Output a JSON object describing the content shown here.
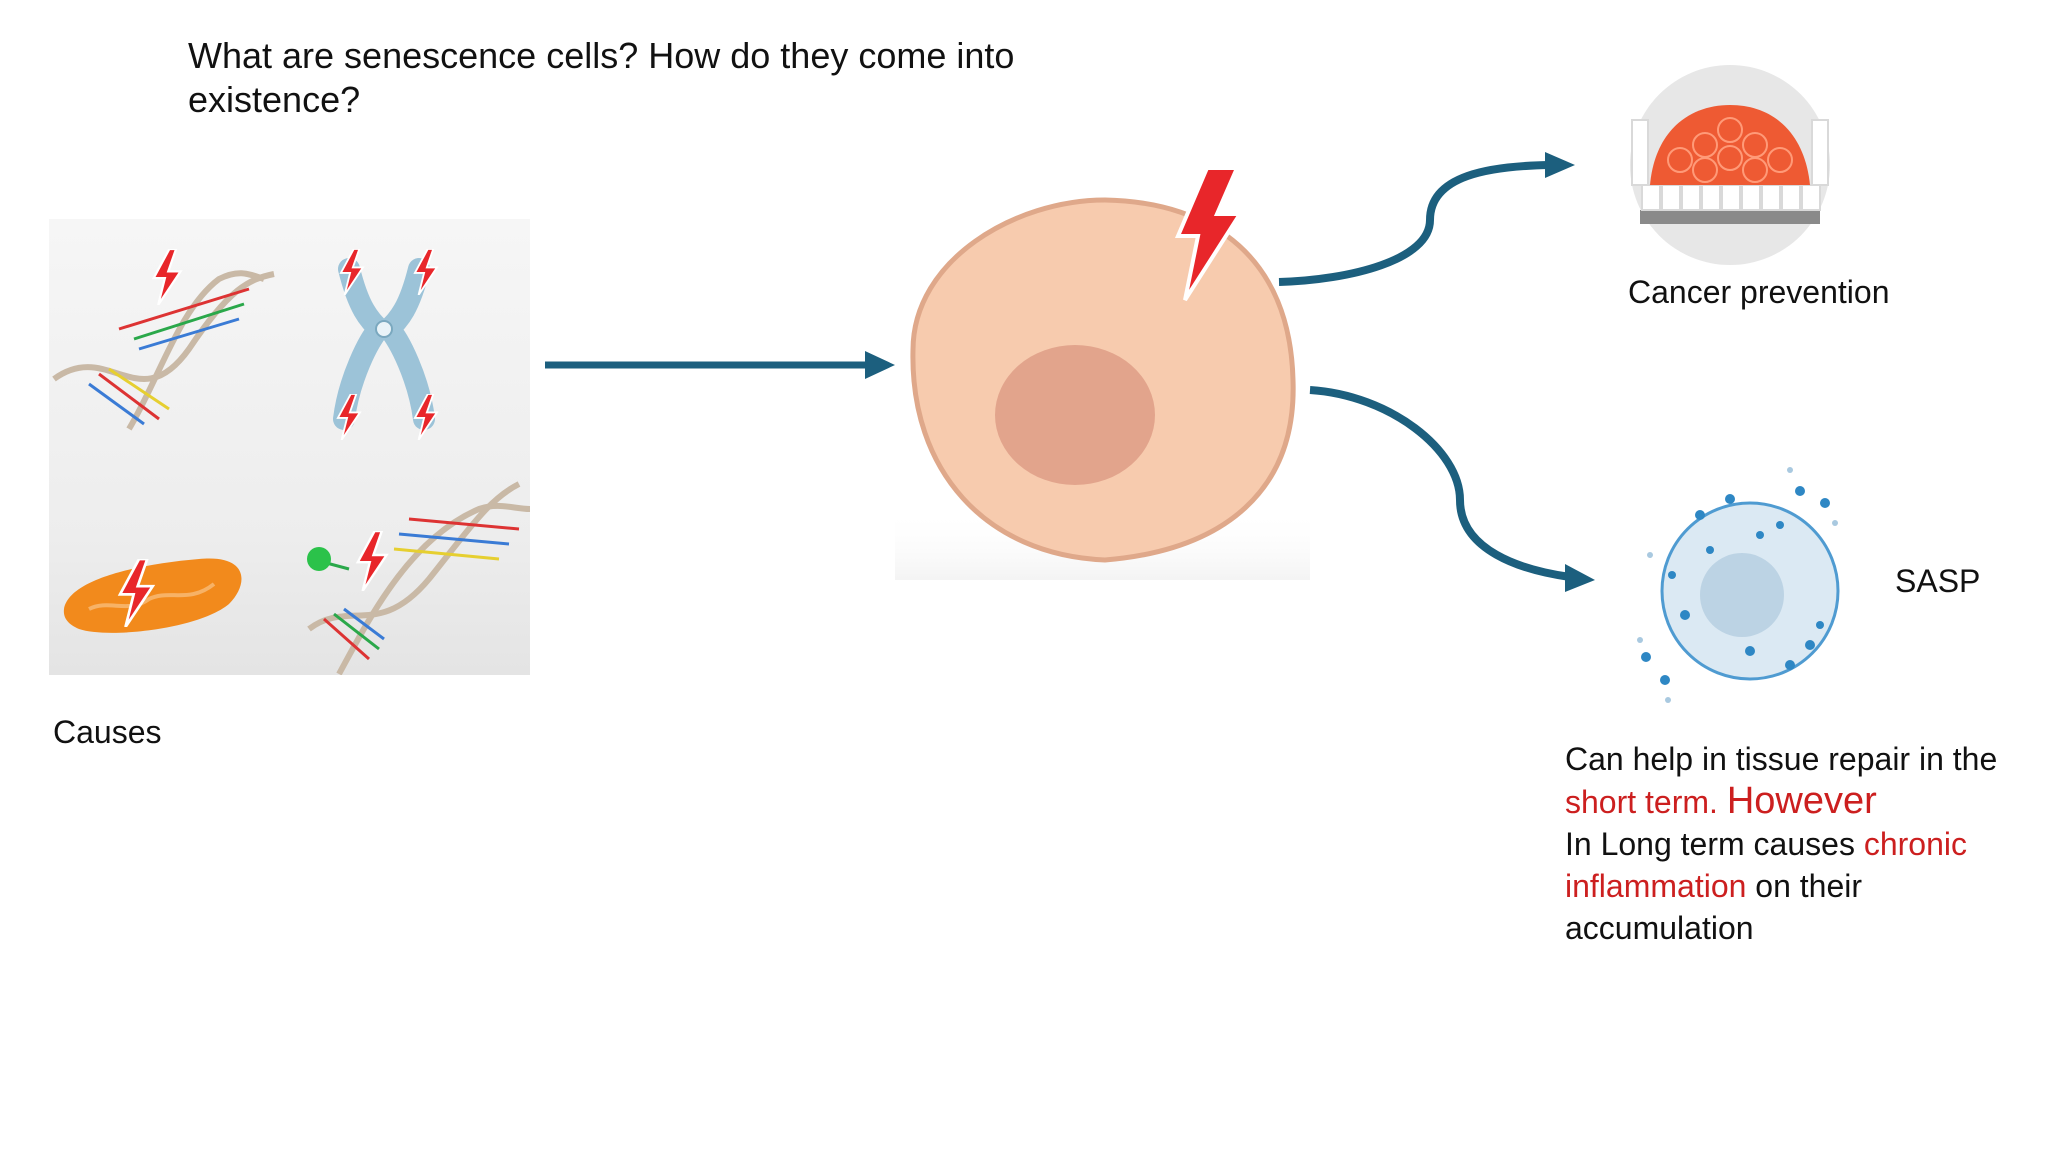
{
  "title": "What are senescence cells? How  do they come into existence?",
  "causes": {
    "label": "Causes"
  },
  "outcomes": {
    "cancer": {
      "label": "Cancer prevention"
    },
    "sasp": {
      "label": "SASP"
    }
  },
  "description": {
    "part1": "Can help in tissue repair in the ",
    "highlight1": "short term.",
    "space1": " ",
    "highlight2": "However",
    "part2": "In Long term causes ",
    "highlight3": "chronic inflammation",
    "part3": " on their accumulation"
  },
  "colors": {
    "arrow": "#1c5f7e",
    "highlight": "#cc1f1f",
    "cell_fill": "#f7cbae",
    "cell_border": "#dfa88a",
    "nucleus": "#e2a48c",
    "bolt": "#e8262a"
  },
  "icons": [
    "dna-damage-icon",
    "chromosome-damage-icon",
    "mitochondria-damage-icon",
    "epigenetic-damage-icon",
    "lightning-bolt-icon",
    "tumor-tissue-icon",
    "sasp-cell-icon"
  ]
}
